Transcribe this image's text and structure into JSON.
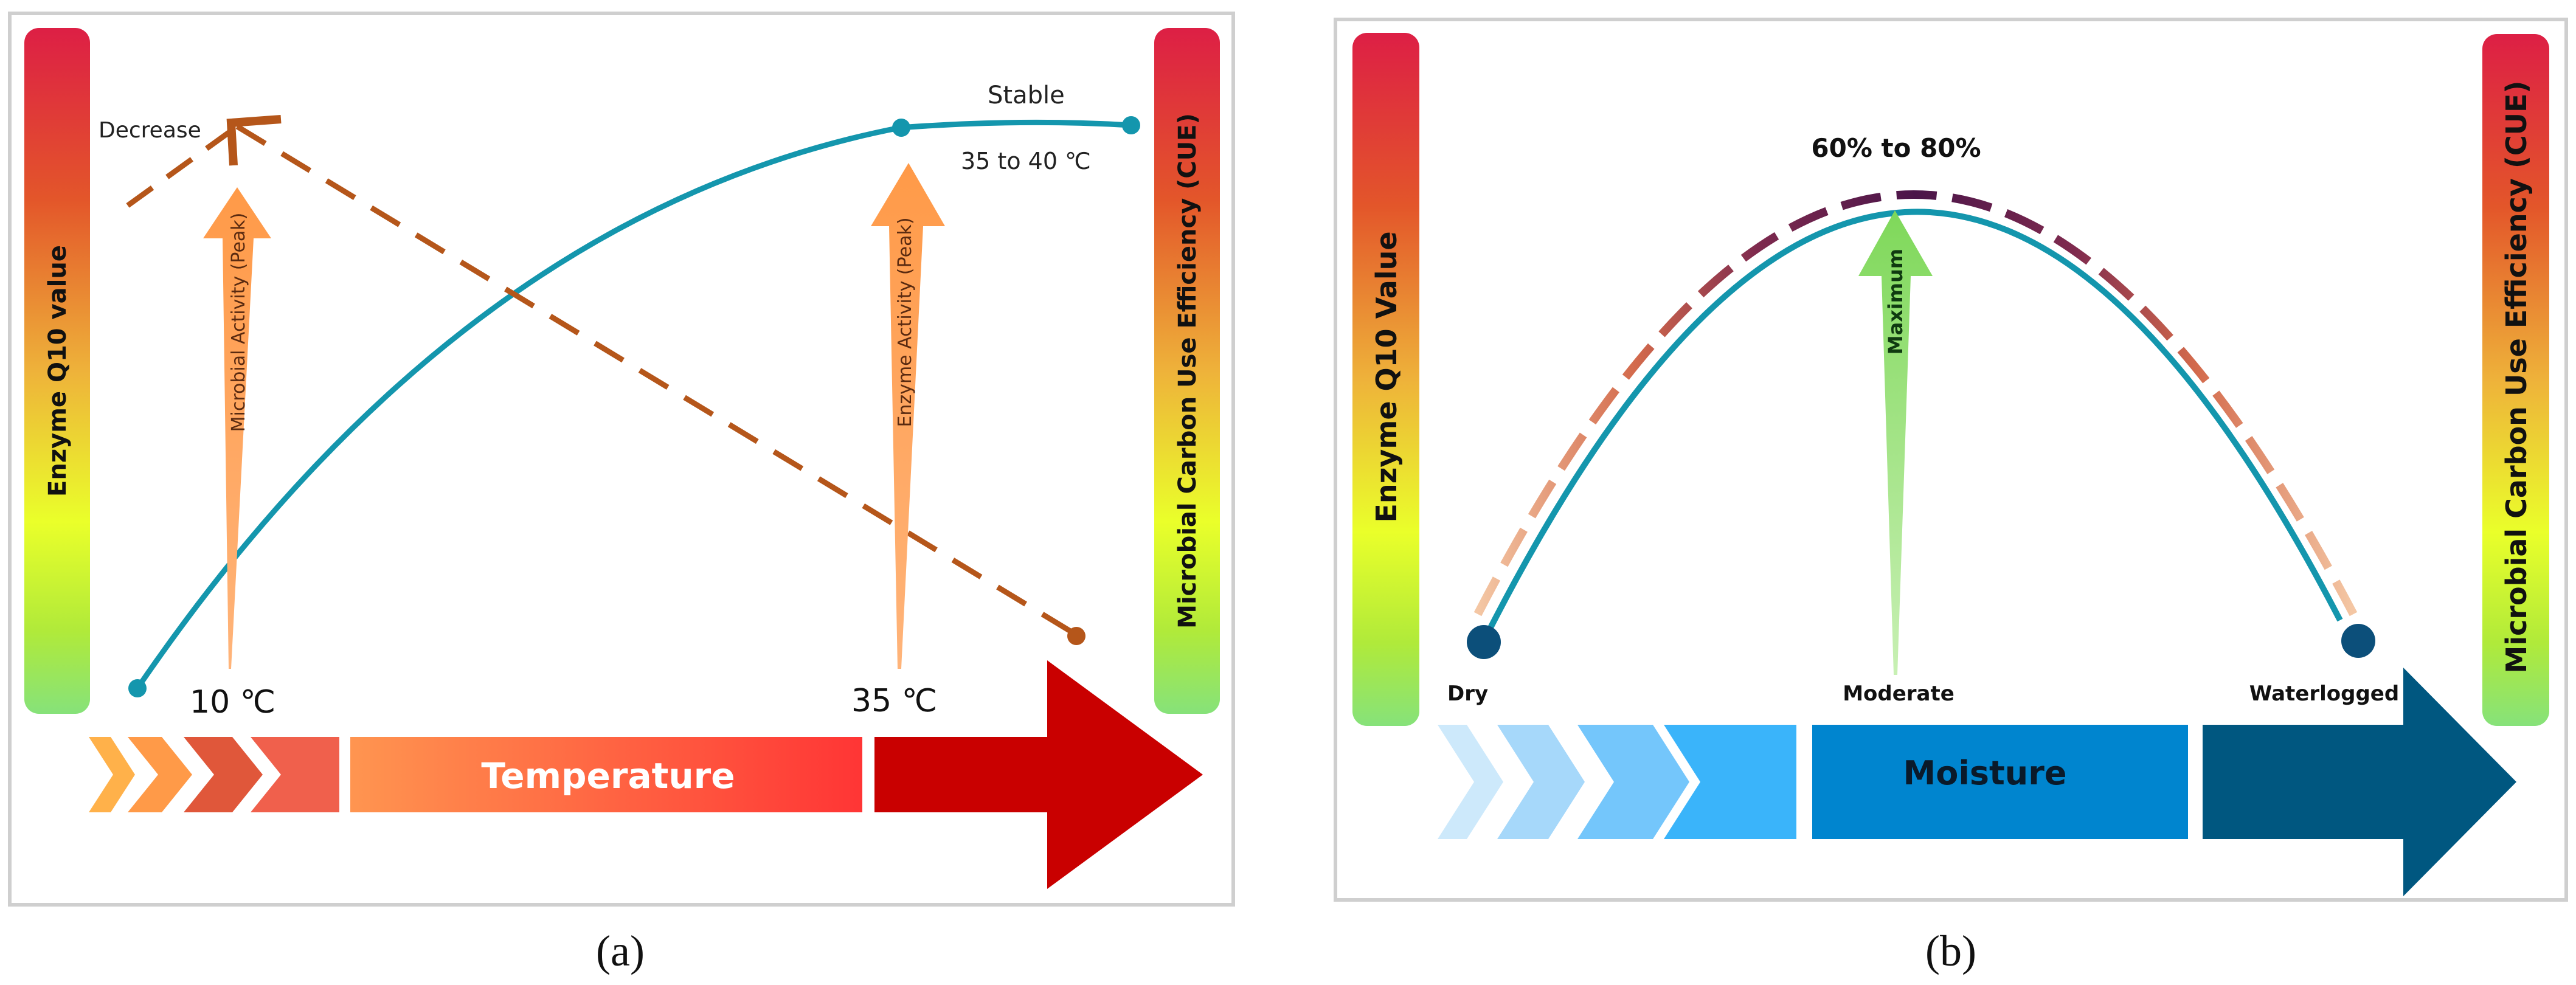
{
  "panel_a": {
    "caption": "(a)",
    "left_bar_label": "Enzyme Q10 value",
    "right_bar_label": "Microbial Carbon Use Efficiency (CUE)",
    "decrease_label": "Decrease",
    "stable_label": "Stable",
    "range_label": "35 to 40 ℃",
    "arrow_1_label": "Microbial Activity (Peak)",
    "arrow_2_label": "Enzyme Activity (Peak)",
    "temp_mark_1": "10 ℃",
    "temp_mark_2": "35 ℃",
    "axis_label": "Temperature"
  },
  "panel_b": {
    "caption": "(b)",
    "left_bar_label": "Enzyme Q10 Value",
    "right_bar_label": "Microbial Carbon Use Efficiency (CUE)",
    "peak_label": "60% to 80%",
    "arrow_label": "Maximum",
    "stage_dry": "Dry",
    "stage_moderate": "Moderate",
    "stage_waterlogged": "Waterlogged",
    "axis_label": "Moisture"
  },
  "colors": {
    "teal_curve": "#1496ad",
    "brown_dashed": "#b5561a",
    "orange_arrow": "#ff9a48",
    "temperature_red": "#c90000",
    "moisture_dark_blue": "#005780",
    "moisture_blue": "#0085cf",
    "green_arrow": "#7fd85a",
    "node_dark_blue": "#0c4f7a"
  }
}
